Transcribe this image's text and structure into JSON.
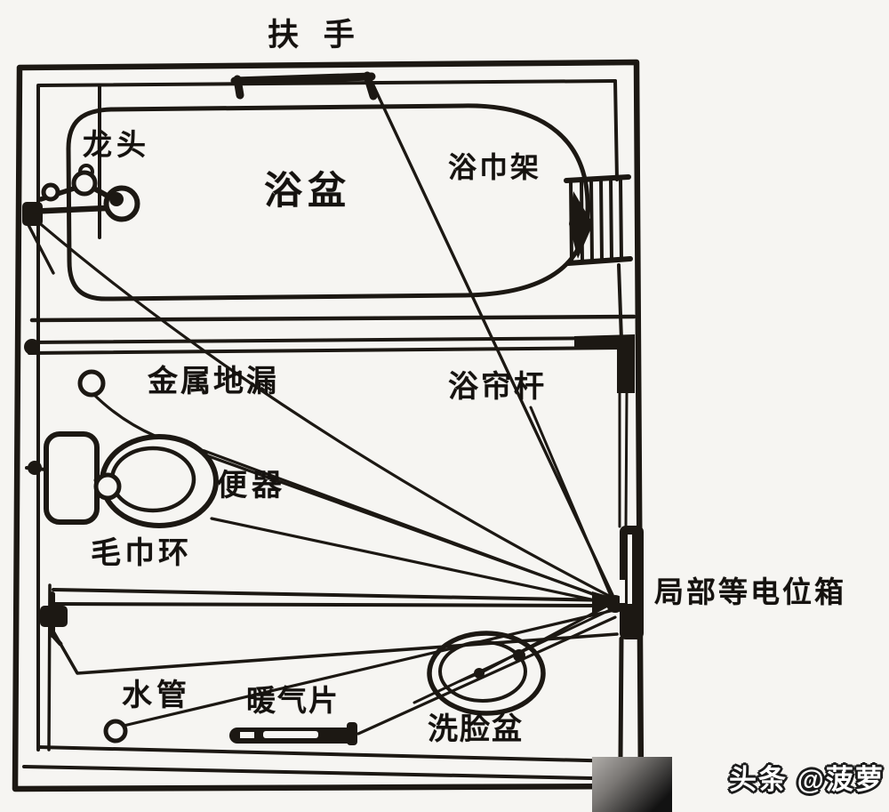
{
  "diagram": {
    "labels": {
      "handrail": "扶 手",
      "faucet": "龙头",
      "bathtub": "浴盆",
      "towel_rack": "浴巾架",
      "floor_drain": "金属地漏",
      "curtain_rod": "浴帘杆",
      "toilet": "便器",
      "towel_ring": "毛巾环",
      "equipotential_box": "局部等电位箱",
      "water_pipe": "水管",
      "radiator": "暖气片",
      "washbasin": "洗脸盆"
    },
    "watermark": "头条 @菠萝",
    "colors": {
      "ink": "#1c1813",
      "paper": "#f6f5f2",
      "watermark_dark": "#121212",
      "watermark_light": "#b0ada9"
    }
  }
}
